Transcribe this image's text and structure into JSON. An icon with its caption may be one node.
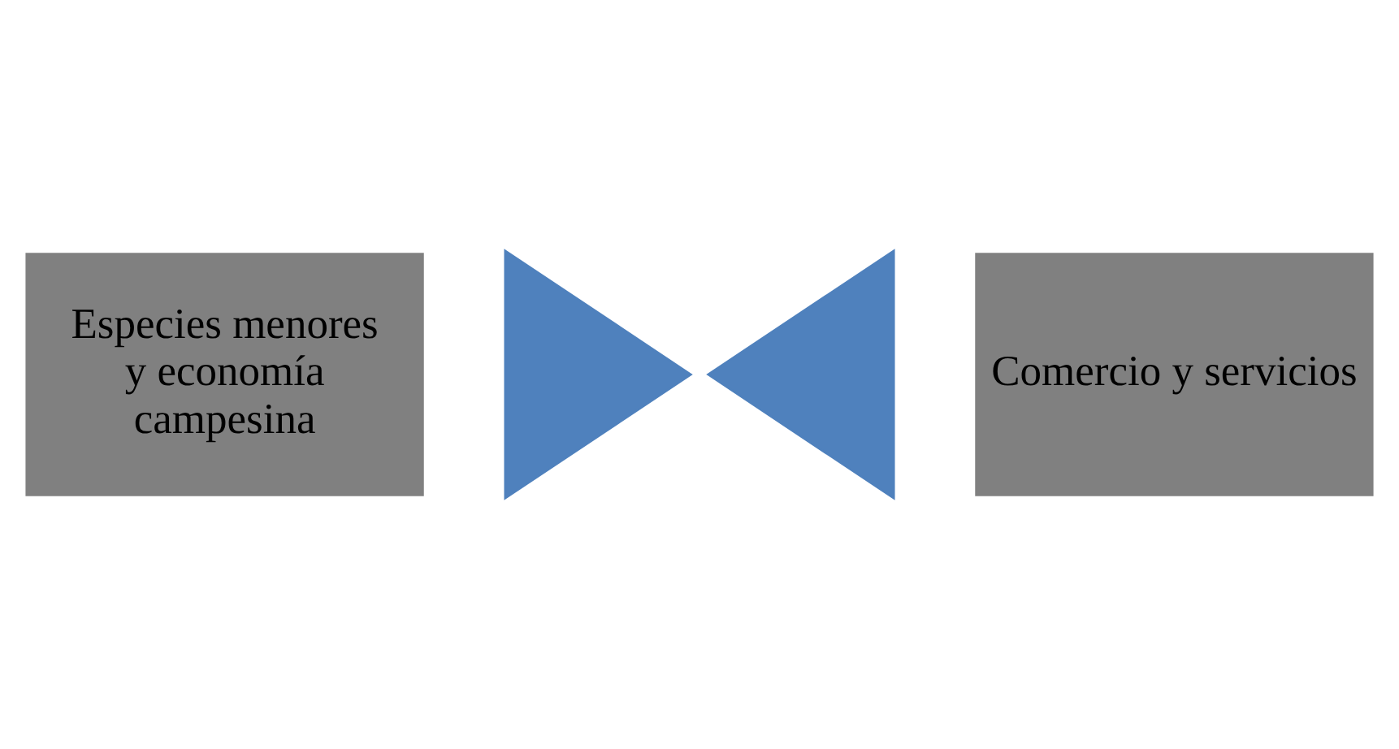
{
  "diagram": {
    "nodes": [
      {
        "text": [
          "Especies menores y economía campesina"
        ]
      },
      {
        "text": [],
        "shape": "triangle"
      },
      {
        "text": [],
        "shape": "triangle"
      },
      {
        "text": [
          "Comercio y servicios"
        ]
      }
    ]
  }
}
